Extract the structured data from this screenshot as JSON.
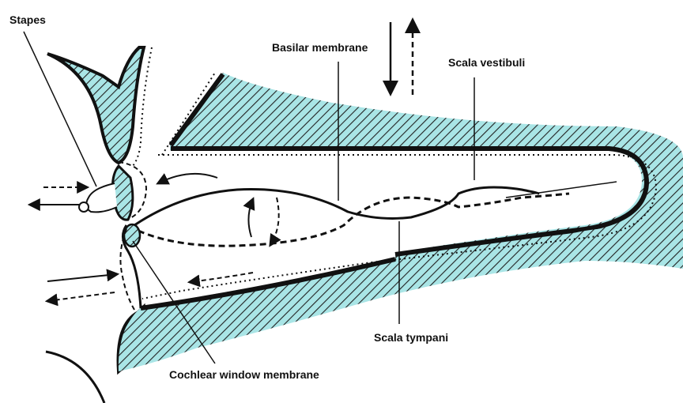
{
  "labels": {
    "stapes": "Stapes",
    "basilar_membrane": "Basilar membrane",
    "scala_vestibuli": "Scala vestibuli",
    "scala_tympani": "Scala tympani",
    "cochlear_window_membrane": "Cochlear window membrane"
  },
  "colors": {
    "fill": "#a9e5e6",
    "stroke": "#111111",
    "background": "#ffffff"
  }
}
